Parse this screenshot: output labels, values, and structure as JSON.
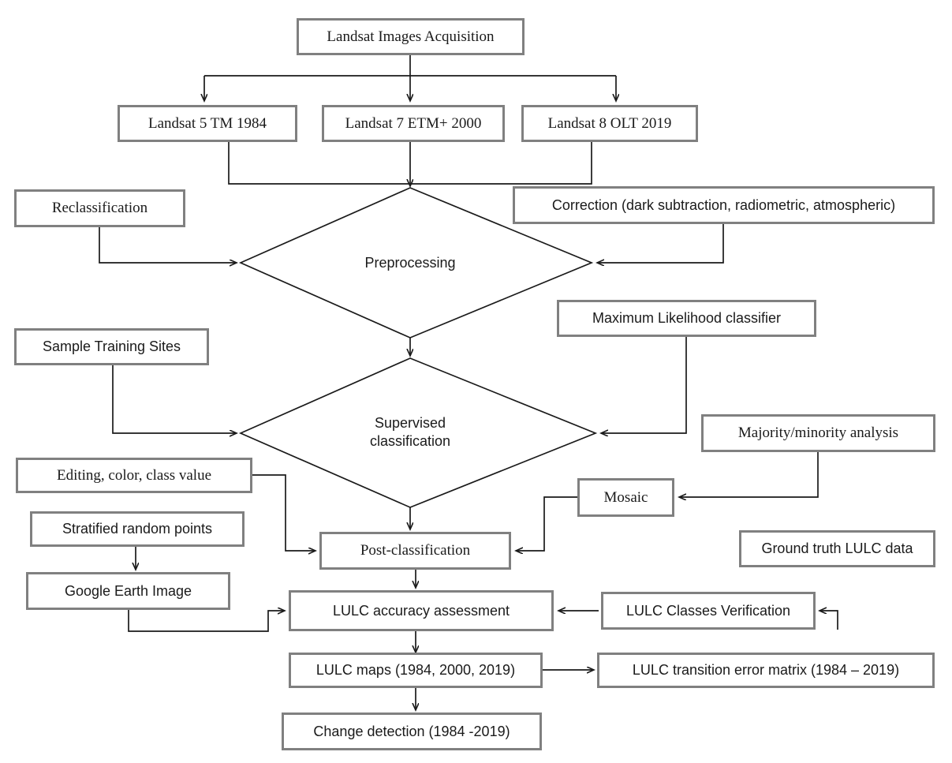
{
  "diagram": {
    "title": "Landsat LULC change detection workflow flowchart",
    "colors": {
      "box_border": "#808080",
      "connector": "#1a1a1a",
      "background": "#ffffff",
      "text": "#1a1a1a"
    },
    "nodes": {
      "acquisition": "Landsat Images Acquisition",
      "landsat5": "Landsat 5 TM 1984",
      "landsat7": "Landsat 7 ETM+  2000",
      "landsat8": "Landsat 8 OLT 2019",
      "reclassification": "Reclassification",
      "correction": "Correction (dark subtraction, radiometric, atmospheric)",
      "preprocessing": "Preprocessing",
      "sample_training_sites": "Sample Training Sites",
      "max_likelihood": "Maximum Likelihood classifier",
      "supervised_classification_line1": "Supervised",
      "supervised_classification_line2": "classification",
      "majority_minority": "Majority/minority analysis",
      "editing": "Editing, color, class value",
      "mosaic": "Mosaic",
      "stratified_points": "Stratified random points",
      "post_classification": "Post-classification",
      "ground_truth": "Ground truth LULC data",
      "google_earth": "Google Earth Image",
      "lulc_accuracy": "LULC accuracy assessment",
      "lulc_verification": "LULC Classes Verification",
      "lulc_maps": "LULC maps (1984, 2000, 2019)",
      "transition_matrix": "LULC transition error matrix (1984 – 2019)",
      "change_detection": "Change detection (1984 -2019)"
    }
  }
}
